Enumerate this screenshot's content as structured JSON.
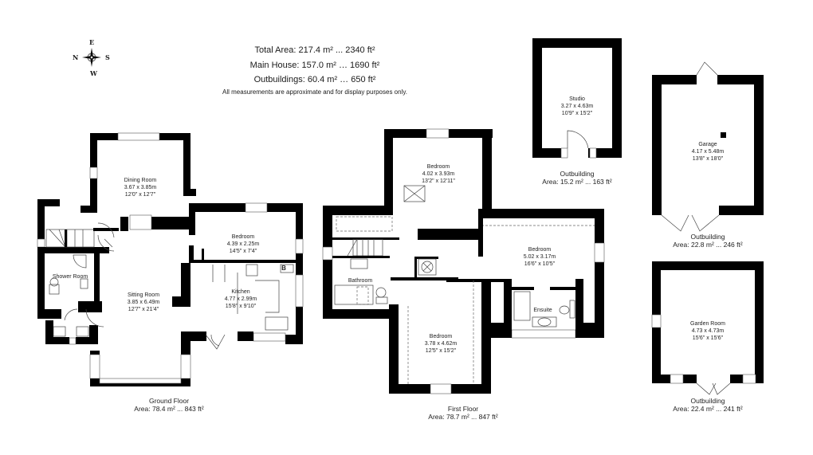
{
  "header": {
    "total_area": "Total Area: 217.4 m² ... 2340 ft²",
    "main_house": "Main House: 157.0 m² … 1690 ft²",
    "outbuildings": "Outbuildings: 60.4 m² … 650 ft²",
    "disclaimer": "All measurements are approximate and for display purposes only."
  },
  "compass": {
    "top": "E",
    "right": "S",
    "bottom": "W",
    "left": "N"
  },
  "floors": {
    "ground": {
      "name": "Ground Floor",
      "area": "Area: 78.4 m² ... 843 ft²"
    },
    "first": {
      "name": "First Floor",
      "area": "Area: 78.7 m² ... 847 ft²"
    },
    "studio_building": {
      "name": "Outbuilding",
      "area": "Area: 15.2 m² ... 163 ft²"
    },
    "garage_building": {
      "name": "Outbuilding",
      "area": "Area: 22.8 m² ... 246 ft²"
    },
    "garden_building": {
      "name": "Outbuilding",
      "area": "Area: 22.4 m² ... 241 ft²"
    }
  },
  "rooms": {
    "dining": {
      "name": "Dining Room",
      "metric": "3.67 x 3.85m",
      "imperial": "12'0\" x 12'7\""
    },
    "gf_bedroom": {
      "name": "Bedroom",
      "metric": "4.39 x 2.25m",
      "imperial": "14'5\" x 7'4\""
    },
    "shower": {
      "name": "Shower Room"
    },
    "sitting": {
      "name": "Sitting Room",
      "metric": "3.85 x 6.49m",
      "imperial": "12'7\" x 21'4\""
    },
    "kitchen": {
      "name": "Kitchen",
      "metric": "4.77 x 2.99m",
      "imperial": "15'8\" x 9'10\"",
      "boiler_label": "B"
    },
    "ff_bedroom1": {
      "name": "Bedroom",
      "metric": "4.02 x 3.93m",
      "imperial": "13'2\" x 12'11\""
    },
    "ff_bedroom2": {
      "name": "Bedroom",
      "metric": "5.02 x 3.17m",
      "imperial": "16'6\" x 10'5\""
    },
    "ff_bedroom3": {
      "name": "Bedroom",
      "metric": "3.78 x 4.62m",
      "imperial": "12'5\" x 15'2\""
    },
    "bathroom": {
      "name": "Bathroom"
    },
    "ensuite": {
      "name": "Ensuite"
    },
    "studio": {
      "name": "Studio",
      "metric": "3.27 x 4.63m",
      "imperial": "10'9\" x 15'2\""
    },
    "garage": {
      "name": "Garage",
      "metric": "4.17 x 5.48m",
      "imperial": "13'8\" x 18'0\""
    },
    "garden_room": {
      "name": "Garden Room",
      "metric": "4.73 x 4.73m",
      "imperial": "15'6\" x 15'6\""
    }
  }
}
